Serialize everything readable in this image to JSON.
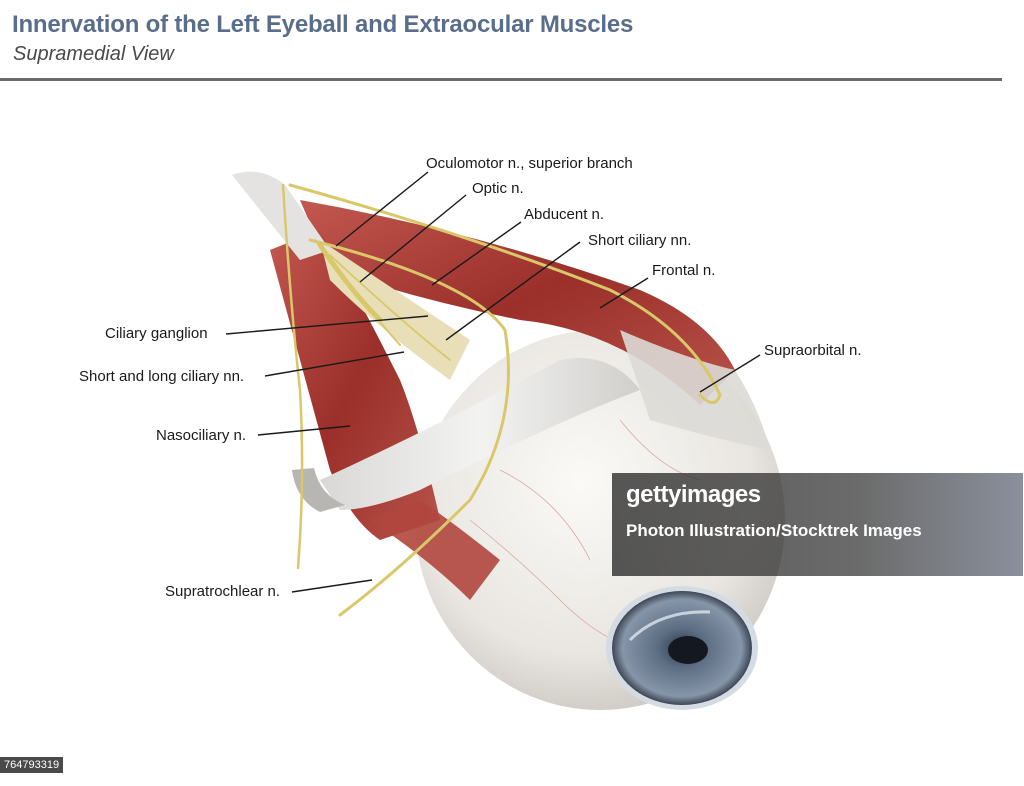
{
  "header": {
    "title": "Innervation of the Left Eyeball and Extraocular Muscles",
    "subtitle": "Supramedial View"
  },
  "labels": {
    "oculomotor": "Oculomotor n., superior branch",
    "optic": "Optic n.",
    "abducent": "Abducent n.",
    "short_ciliary": "Short ciliary nn.",
    "frontal": "Frontal n.",
    "supraorbital": "Supraorbital n.",
    "ciliary_ganglion": "Ciliary ganglion",
    "short_long_ciliary": "Short and long ciliary nn.",
    "nasociliary": "Nasociliary n.",
    "supratrochlear": "Supratrochlear n."
  },
  "watermark": {
    "logo": "gettyimages",
    "credit": "Photon Illustration/Stocktrek Images"
  },
  "image_id": "764793319",
  "colors": {
    "title": "#5a6e8c",
    "muscle": "#a63a32",
    "nerve": "#d8c86a",
    "eyeball": "#ecebe8",
    "iris": "#6f7f95"
  }
}
